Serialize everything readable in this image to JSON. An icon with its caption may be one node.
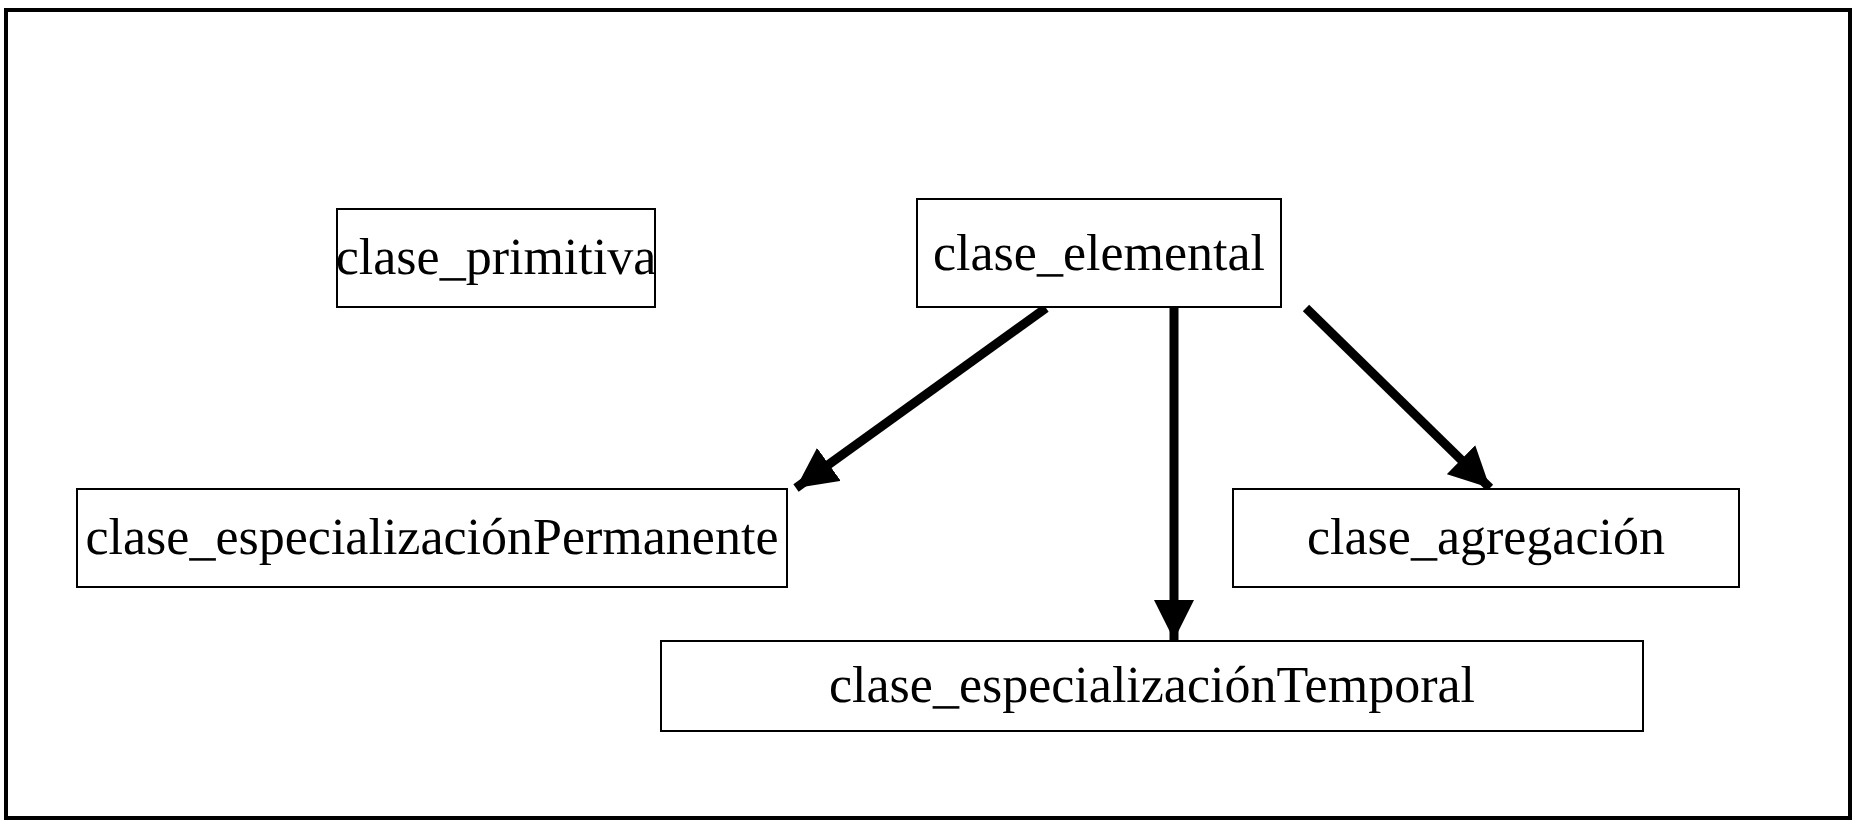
{
  "diagram": {
    "nodes": [
      {
        "text": [
          "clase_primitiva"
        ]
      },
      {
        "text": [
          "clase_elemental"
        ]
      },
      {
        "text": [
          "clase_especializaciónPermanente"
        ]
      },
      {
        "text": [
          "clase_agregación"
        ]
      },
      {
        "text": [
          "clase_especializaciónTemporal"
        ]
      }
    ],
    "edges": [
      {
        "from": 1,
        "to": 2,
        "arrow": "to"
      },
      {
        "from": 1,
        "to": 4,
        "arrow": "to"
      },
      {
        "from": 1,
        "to": 3,
        "arrow": "to"
      }
    ]
  }
}
